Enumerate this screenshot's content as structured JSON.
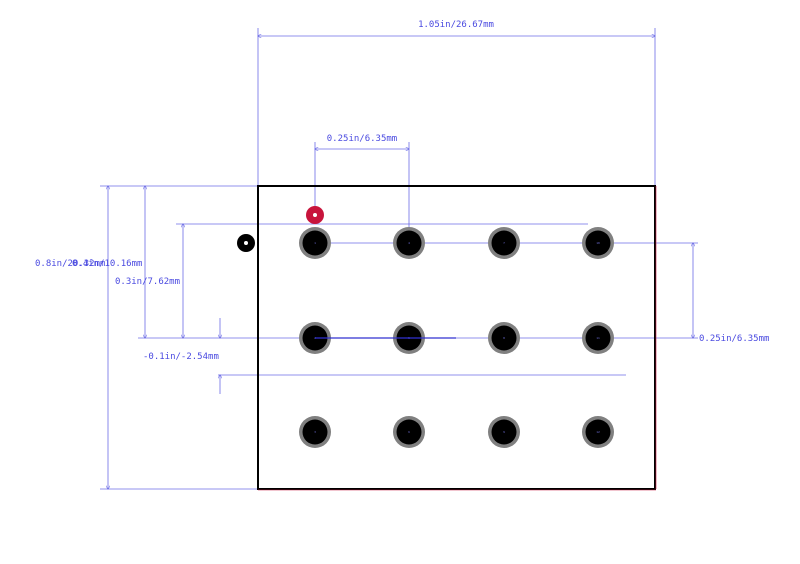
{
  "colors": {
    "dimension": "#6b6be6",
    "dimension_text": "#4a4ae0",
    "outline": "#000000",
    "pad_ring": "#808080",
    "pad_hole": "#000000",
    "pin1_marker": "#c8143c",
    "origin_marker": "#000000"
  },
  "dimensions": {
    "overall_width": "1.05in/26.67mm",
    "pitch_horizontal": "0.25in/6.35mm",
    "overall_height": "0.8in/20.32mm",
    "height_to_row2": "0.4in/10.16mm",
    "row1_to_row2": "0.3in/7.62mm",
    "offset": "-0.1in/-2.54mm",
    "pitch_vertical": "0.25in/6.35mm"
  },
  "pads": [
    {
      "label": "1"
    },
    {
      "label": "4"
    },
    {
      "label": "7"
    },
    {
      "label": "10"
    },
    {
      "label": "2"
    },
    {
      "label": "5"
    },
    {
      "label": "8"
    },
    {
      "label": "11"
    },
    {
      "label": "3"
    },
    {
      "label": "6"
    },
    {
      "label": "9"
    },
    {
      "label": "12"
    }
  ]
}
